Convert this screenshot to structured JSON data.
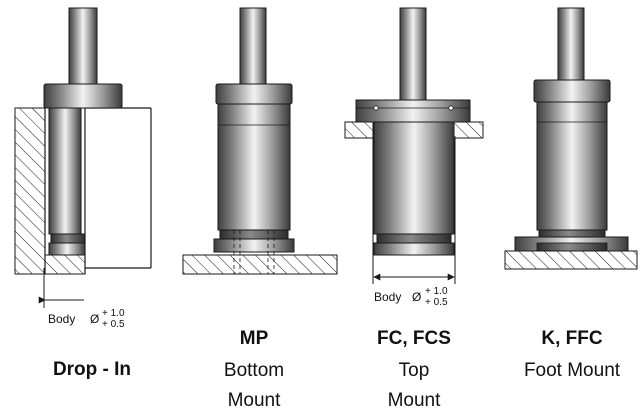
{
  "mounts": [
    {
      "code": "",
      "name_line1": "Drop - In",
      "name_line2": "",
      "dimension": {
        "label": "Body",
        "symbol": "Ø",
        "tol_upper": "+ 1.0",
        "tol_lower": "+ 0.5"
      }
    },
    {
      "code": "MP",
      "name_line1": "Bottom",
      "name_line2": "Mount"
    },
    {
      "code": "FC, FCS",
      "name_line1": "Top",
      "name_line2": "Mount",
      "dimension": {
        "label": "Body",
        "symbol": "Ø",
        "tol_upper": "+ 1.0",
        "tol_lower": "+ 0.5"
      }
    },
    {
      "code": "K, FFC",
      "name_line1": "Foot Mount",
      "name_line2": ""
    }
  ],
  "colors": {
    "steel_dark": "#3f3f3f",
    "steel_mid": "#9a9a9a",
    "steel_light": "#eeeeee",
    "outline": "#1a1a1a",
    "hatch": "#1a1a1a"
  }
}
